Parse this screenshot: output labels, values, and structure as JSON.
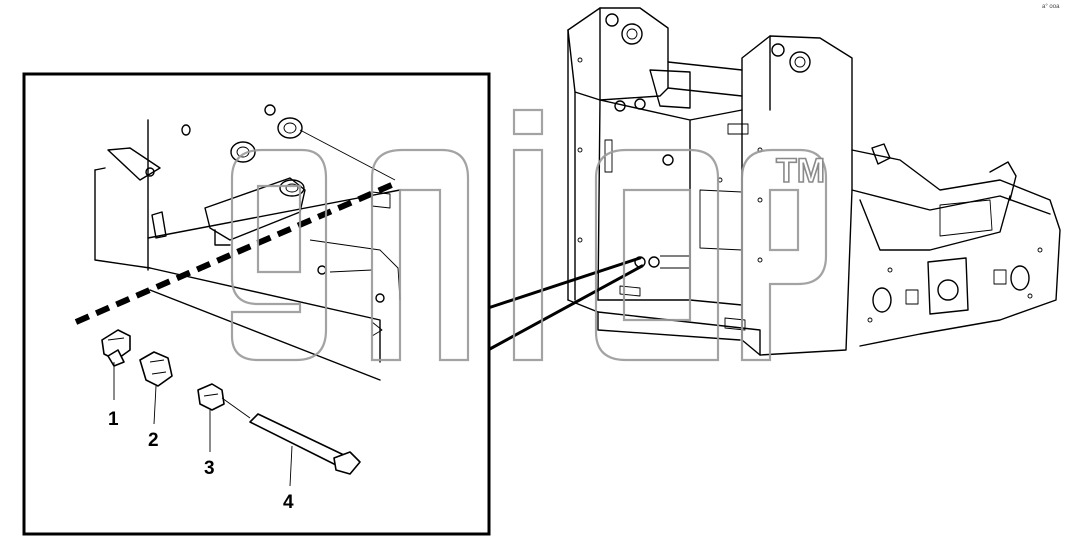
{
  "diagram": {
    "callouts": [
      {
        "id": "1",
        "label": "1"
      },
      {
        "id": "2",
        "label": "2"
      },
      {
        "id": "3",
        "label": "3"
      },
      {
        "id": "4",
        "label": "4"
      }
    ],
    "watermark": {
      "trademark": "TM"
    },
    "corner_mark": "a° ooa"
  }
}
